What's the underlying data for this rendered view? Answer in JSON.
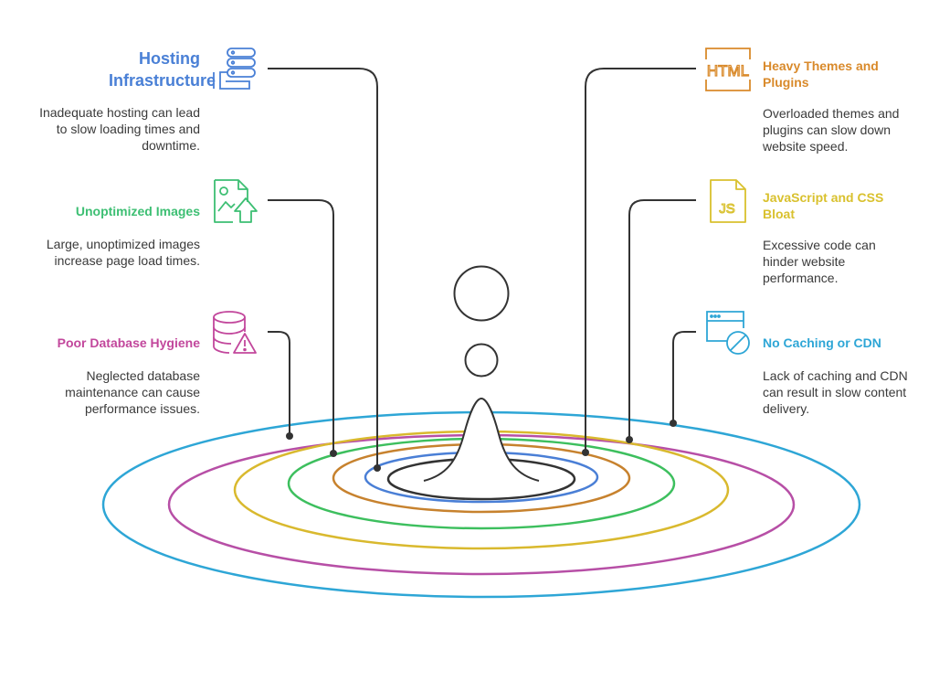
{
  "items": {
    "hosting": {
      "title": "Hosting Infrastructure",
      "desc": "Inadequate hosting can lead to slow loading times and downtime.",
      "color": "#4a80d6",
      "icon": "server-icon"
    },
    "images": {
      "title": "Unoptimized Images",
      "desc": "Large, unoptimized images increase page load times.",
      "color": "#3dbf73",
      "icon": "image-upload-icon"
    },
    "database": {
      "title": "Poor Database Hygiene",
      "desc": "Neglected database maintenance can cause performance issues.",
      "color": "#c2479c",
      "icon": "database-warning-icon"
    },
    "themes": {
      "title": "Heavy Themes and Plugins",
      "desc": "Overloaded themes and plugins can slow down website speed.",
      "color": "#d98a2b",
      "icon": "html-file-icon"
    },
    "javascript": {
      "title": "JavaScript and CSS Bloat",
      "desc": "Excessive code can hinder website performance.",
      "color": "#d9c12e",
      "icon": "js-file-icon",
      "icon_text": "JS"
    },
    "caching": {
      "title": "No Caching or CDN",
      "desc": "Lack of caching and CDN can result in slow content delivery.",
      "color": "#2ea6d6",
      "icon": "browser-blocked-icon"
    }
  },
  "html_icon_text": "HTML",
  "ring_colors": [
    "#2ea6d6",
    "#b74fa6",
    "#d9b92e",
    "#3dbf5e",
    "#c7822e",
    "#4a7fd6",
    "#333333"
  ]
}
